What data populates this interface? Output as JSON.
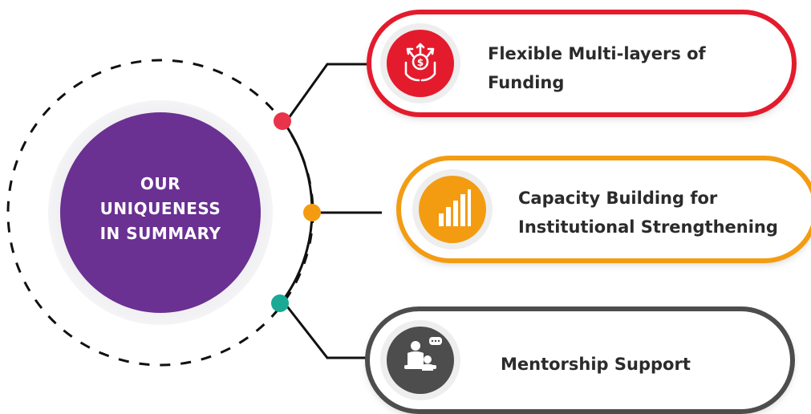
{
  "center": {
    "lines": [
      "OUR",
      "UNIQUENESS",
      "IN SUMMARY"
    ],
    "color": "#6a3092"
  },
  "items": [
    {
      "lines": [
        "Flexible Multi-layers of",
        "Funding"
      ],
      "color": "#e31b2d",
      "icon": "funding-hands-icon"
    },
    {
      "lines": [
        "Capacity Building for",
        "Institutional Strengthening"
      ],
      "color": "#f39c12",
      "icon": "bar-chart-icon"
    },
    {
      "lines": [
        "Mentorship Support"
      ],
      "color": "#4d4d4d",
      "icon": "mentorship-icon"
    }
  ],
  "connector_colors": [
    "#e8334a",
    "#f39c12",
    "#1aa995"
  ]
}
